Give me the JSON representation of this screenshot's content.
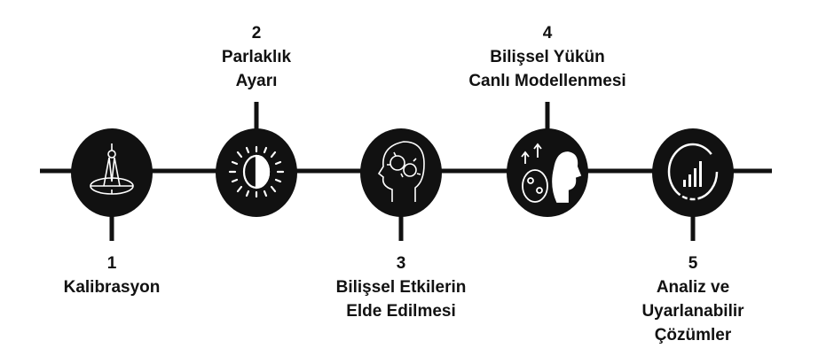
{
  "colors": {
    "ink": "#111111",
    "icon": "#ffffff",
    "background": "#ffffff"
  },
  "steps": [
    {
      "number": "1",
      "lines": [
        "Kalibrasyon"
      ],
      "icon": "compass-icon"
    },
    {
      "number": "2",
      "lines": [
        "Parlaklık",
        "Ayarı"
      ],
      "icon": "brightness-icon"
    },
    {
      "number": "3",
      "lines": [
        "Bilişsel Etkilerin",
        "Elde Edilmesi"
      ],
      "icon": "brain-gears-icon"
    },
    {
      "number": "4",
      "lines": [
        "Bilişsel Yükün",
        "Canlı Modellenmesi"
      ],
      "icon": "cognitive-load-icon"
    },
    {
      "number": "5",
      "lines": [
        "Analiz ve",
        "Uyarlanabilir",
        "Çözümler"
      ],
      "icon": "analytics-icon"
    }
  ]
}
